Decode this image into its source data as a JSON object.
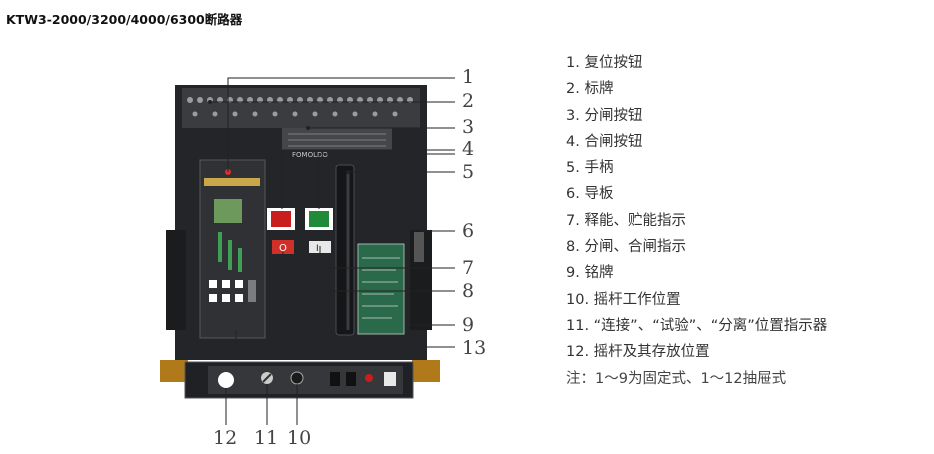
{
  "title": "KTW3-2000/3200/4000/6300断路器",
  "callout_numbers": [
    "1",
    "2",
    "3",
    "4",
    "5",
    "6",
    "7",
    "8",
    "9",
    "13",
    "12",
    "11",
    "10"
  ],
  "legend": [
    "1. 复位按钮",
    "2. 标牌",
    "3. 分闸按钮",
    "4. 合闸按钮",
    "5. 手柄",
    "6. 导板",
    "7. 释能、贮能指示",
    "8. 分闸、合闸指示",
    "9. 铭牌",
    "10. 摇杆工作位置",
    "11. “连接”、“试验”、“分离”位置指示器",
    "12. 摇杆及其存放位置"
  ],
  "note": "注：1～9为固定式、1～12抽屉式",
  "device": {
    "brand": "FOMOLDO",
    "indicator_off": "O",
    "indicator_on": "I"
  },
  "colors": {
    "body": "#2b2d30",
    "button_red": "#c81e1e",
    "button_green": "#1f8a3a",
    "bracket": "#b07a1a",
    "leader": "#222222"
  }
}
